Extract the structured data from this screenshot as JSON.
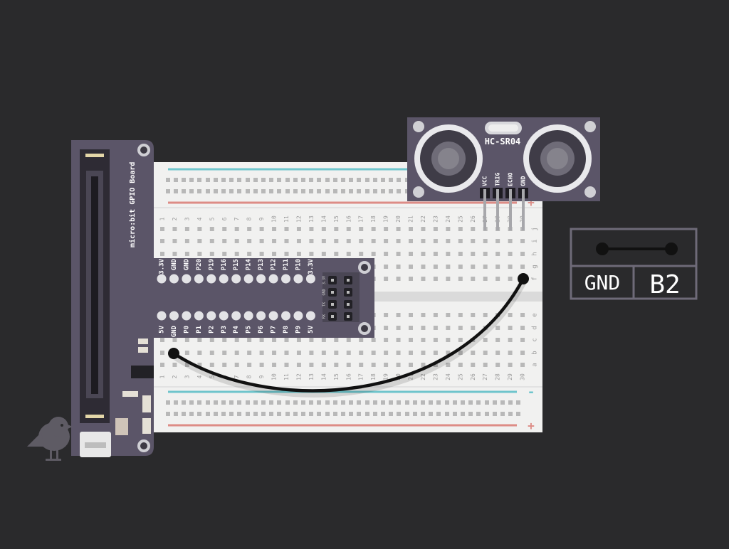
{
  "board": {
    "title": "micro:bit GPIO Board",
    "top_pins": [
      "3.3V",
      "GND",
      "GND",
      "P20",
      "P19",
      "P16",
      "P15",
      "P14",
      "P13",
      "P12",
      "P11",
      "P10",
      "3.3V"
    ],
    "bottom_pins": [
      "5V",
      "GND",
      "P0",
      "P1",
      "P2",
      "P3",
      "P4",
      "P5",
      "P6",
      "P7",
      "P8",
      "P9",
      "5V"
    ],
    "header_labels": [
      "3.3V",
      "GND",
      "TX",
      "RX"
    ]
  },
  "sensor": {
    "name": "HC-SR04",
    "pins": [
      "VCC",
      "TRIG",
      "ECHO",
      "GND"
    ]
  },
  "breadboard": {
    "column_count": 30,
    "rows_top": [
      "j",
      "i",
      "h",
      "g",
      "f"
    ],
    "rows_bottom": [
      "e",
      "d",
      "c",
      "b",
      "a"
    ],
    "plus": "+",
    "minus": "-"
  },
  "connection": {
    "left": "GND",
    "right": "B2"
  },
  "colors": {
    "background": "#2a2a2c",
    "board": "#5b5568",
    "breadboard": "#f1f1f0",
    "wire": "#111111",
    "rail_blue": "#6fc5cc",
    "rail_red": "#dd8c86"
  }
}
